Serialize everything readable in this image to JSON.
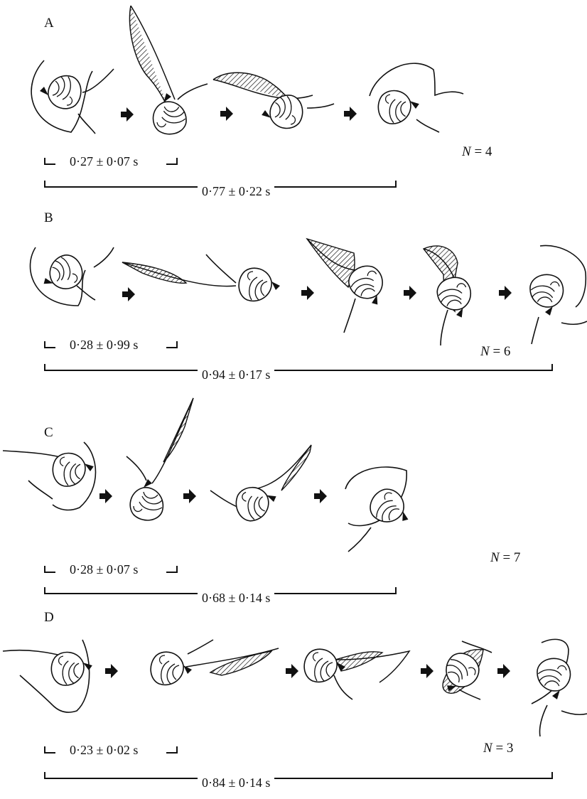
{
  "panels": [
    {
      "label": "A",
      "short_duration": "0·27 ± 0·07 s",
      "long_duration": "0·77 ± 0·22 s",
      "n_label": "N",
      "n_value": "= 4"
    },
    {
      "label": "B",
      "short_duration": "0·28 ± 0·99 s",
      "long_duration": "0·94 ± 0·17 s",
      "n_label": "N",
      "n_value": "= 6"
    },
    {
      "label": "C",
      "short_duration": "0·28 ± 0·07 s",
      "long_duration": "0·68 ± 0·14 s",
      "n_label": "N",
      "n_value": "= 7"
    },
    {
      "label": "D",
      "short_duration": "0·23 ± 0·02 s",
      "long_duration": "0·84 ± 0·14 s",
      "n_label": "N",
      "n_value": "= 3"
    }
  ],
  "icons": [
    "snail-shell-icon",
    "arrow-right-icon",
    "foot-hatched-icon"
  ],
  "colors": {
    "ink": "#111111",
    "background": "#ffffff"
  }
}
